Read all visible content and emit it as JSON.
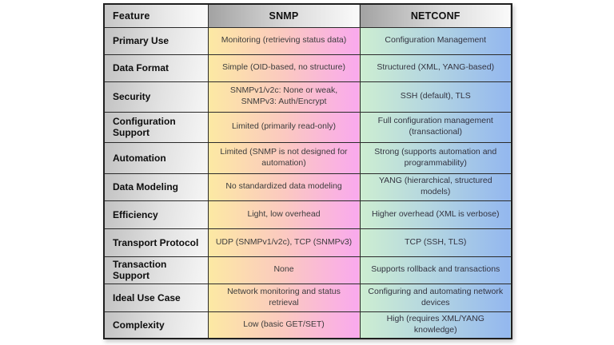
{
  "colors": {
    "header_gradient_start": "#a2a2a2",
    "header_gradient_end": "#fafafa",
    "feature_gradient_start": "#c2c2c2",
    "feature_gradient_end": "#f6f6f6",
    "snmp_gradient_start": "#fce9a3",
    "snmp_gradient_end": "#f9a9ee",
    "netconf_gradient_start": "#cdeed1",
    "netconf_gradient_end": "#93b7ef",
    "border": "#2a2a2a",
    "text": "#1a1a1a"
  },
  "chart_data": {
    "type": "table",
    "columns": [
      "Feature",
      "SNMP",
      "NETCONF"
    ],
    "rows": [
      {
        "feature": "Primary Use",
        "snmp": "Monitoring (retrieving status data)",
        "netconf": "Configuration Management"
      },
      {
        "feature": "Data Format",
        "snmp": "Simple (OID-based, no structure)",
        "netconf": "Structured (XML, YANG-based)"
      },
      {
        "feature": "Security",
        "snmp": "SNMPv1/v2c: None or weak, SNMPv3: Auth/Encrypt",
        "netconf": "SSH (default), TLS"
      },
      {
        "feature": "Configuration Support",
        "snmp": "Limited (primarily read-only)",
        "netconf": "Full configuration management (transactional)"
      },
      {
        "feature": "Automation",
        "snmp": "Limited (SNMP is not designed for automation)",
        "netconf": "Strong (supports automation and programmability)"
      },
      {
        "feature": "Data Modeling",
        "snmp": "No standardized data modeling",
        "netconf": "YANG (hierarchical, structured models)"
      },
      {
        "feature": "Efficiency",
        "snmp": "Light, low overhead",
        "netconf": "Higher overhead (XML is verbose)"
      },
      {
        "feature": "Transport Protocol",
        "snmp": "UDP (SNMPv1/v2c), TCP (SNMPv3)",
        "netconf": "TCP (SSH, TLS)"
      },
      {
        "feature": "Transaction Support",
        "snmp": "None",
        "netconf": "Supports rollback and transactions"
      },
      {
        "feature": "Ideal Use Case",
        "snmp": "Network monitoring and status retrieval",
        "netconf": "Configuring and automating network devices"
      },
      {
        "feature": "Complexity",
        "snmp": "Low (basic GET/SET)",
        "netconf": "High (requires XML/YANG knowledge)"
      }
    ]
  }
}
